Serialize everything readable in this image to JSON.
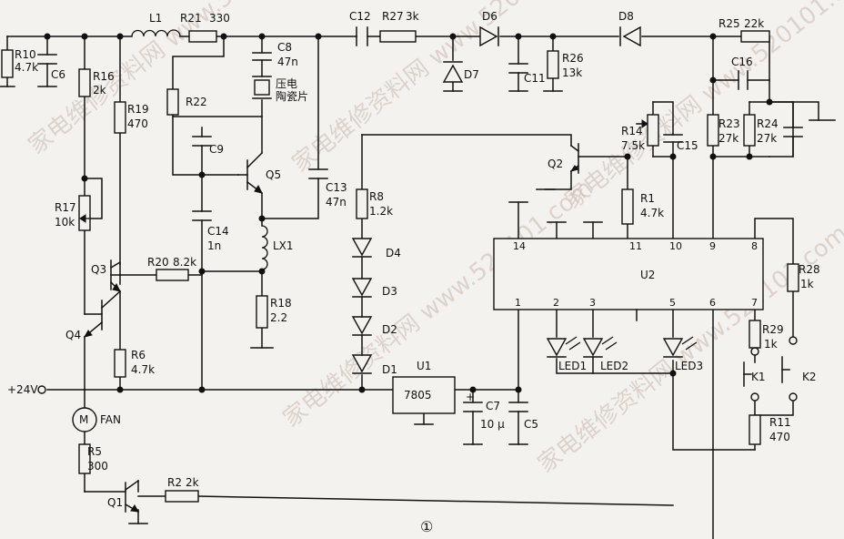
{
  "labels": {
    "R10": "R10",
    "R10v": "4.7k",
    "C6": "C6",
    "L1": "L1",
    "R21": "R21",
    "R21v": "330",
    "R16": "R16",
    "R16v": "2k",
    "R19": "R19",
    "R19v": "470",
    "R17": "R17",
    "R17v": "10k",
    "R22": "R22",
    "C9": "C9",
    "Q5": "Q5",
    "C8": "C8",
    "C8v": "47n",
    "pz1": "压电",
    "pz2": "陶瓷片",
    "C13": "C13",
    "C13v": "47n",
    "C14": "C14",
    "C14v": "1n",
    "LX1": "LX1",
    "R18": "R18",
    "R18v": "2.2",
    "Q3": "Q3",
    "R20": "R20",
    "R20v": "8.2k",
    "Q4": "Q4",
    "R6": "R6",
    "R6v": "4.7k",
    "plus24": "+24V",
    "FAN": "FAN",
    "M": "M",
    "R5": "R5",
    "R5v": "300",
    "Q1": "Q1",
    "R2": "R2",
    "R2v": "2k",
    "C12": "C12",
    "R27": "R27",
    "R27v": "3k",
    "D6": "D6",
    "D7": "D7",
    "C11": "C11",
    "R26": "R26",
    "R26v": "13k",
    "D8": "D8",
    "R25": "R25",
    "R25v": "22k",
    "C16": "C16",
    "R23": "R23",
    "R23v": "27k",
    "R24": "R24",
    "R24v": "27k",
    "R14": "R14",
    "R14v": "7.5k",
    "C15": "C15",
    "Q2": "Q2",
    "R8": "R8",
    "R8v": "1.2k",
    "D4": "D4",
    "D3": "D3",
    "D2": "D2",
    "D1": "D1",
    "R1": "R1",
    "R1v": "4.7k",
    "U2": "U2",
    "p14": "14",
    "p11": "11",
    "p10": "10",
    "p9": "9",
    "p8": "8",
    "p1": "1",
    "p2": "2",
    "p3": "3",
    "p5": "5",
    "p6": "6",
    "p7": "7",
    "R28": "R28",
    "R28v": "1k",
    "R29": "R29",
    "R29v": "1k",
    "K1": "K1",
    "K2": "K2",
    "R11": "R11",
    "R11v": "470",
    "U1": "U1",
    "U1v": "7805",
    "C7": "C7",
    "C7v": "10 μ",
    "C5": "C5",
    "plus": "+",
    "LED1": "LED1",
    "LED2": "LED2",
    "LED3": "LED3",
    "fig": "①"
  },
  "watermark": "家电维修资料网 www.520101.com"
}
